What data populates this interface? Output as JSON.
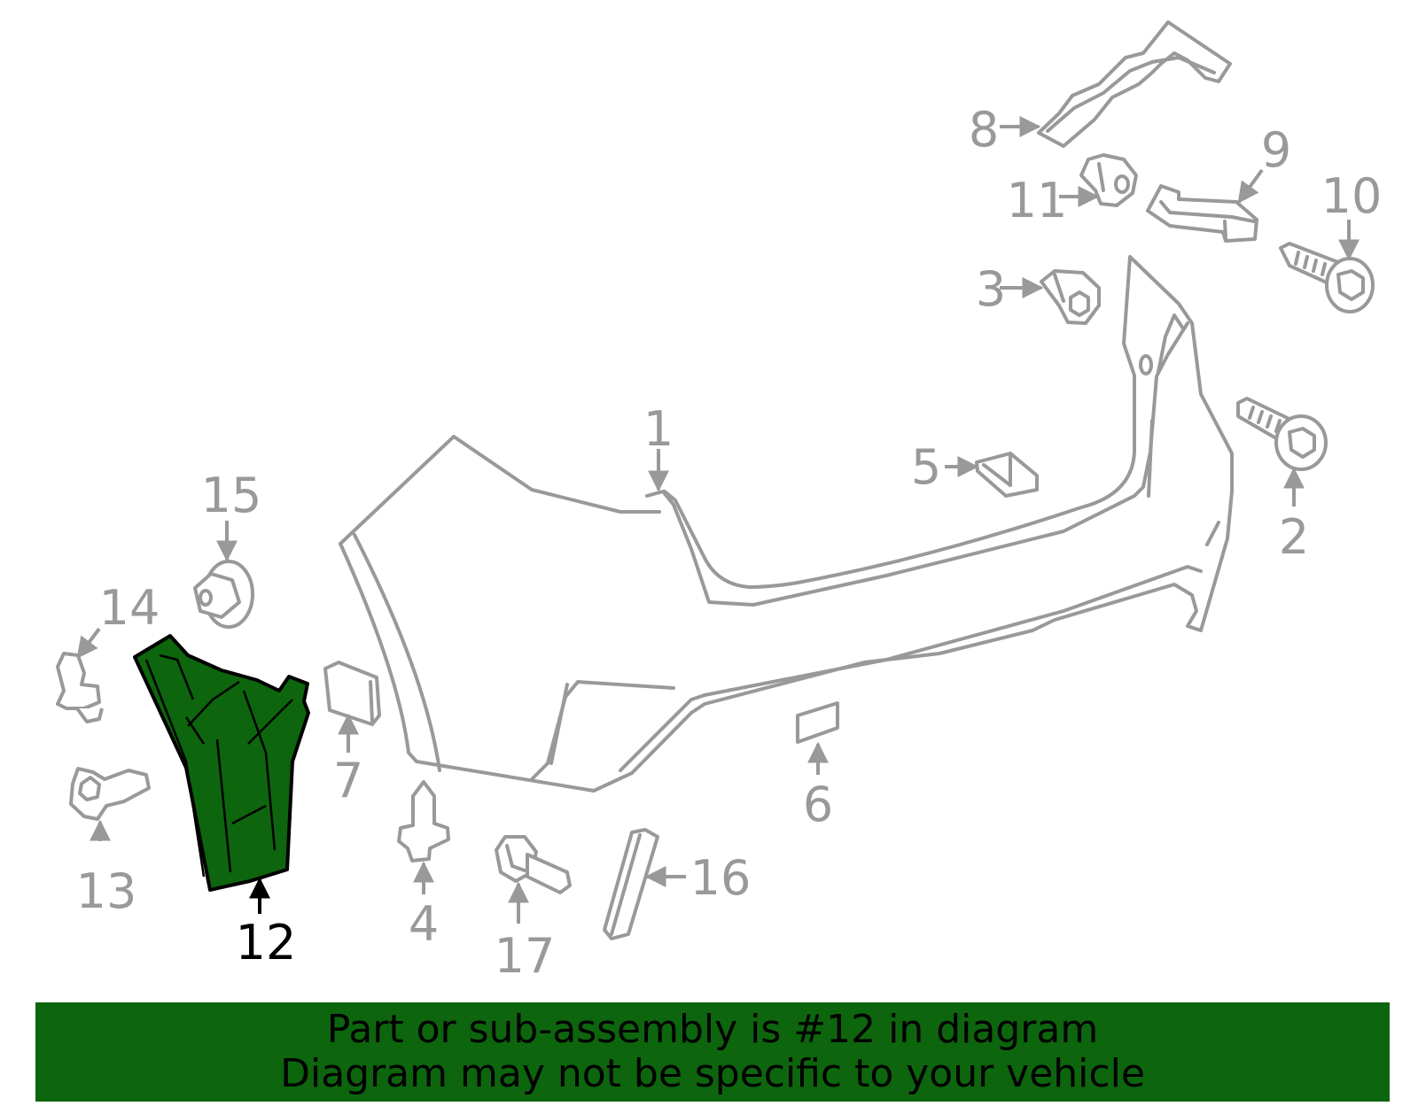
{
  "diagram": {
    "highlighted_part": "12",
    "highlight_color": "#0d650d",
    "line_color": "#999999",
    "callouts": {
      "c1": "1",
      "c2": "2",
      "c3": "3",
      "c4": "4",
      "c5": "5",
      "c6": "6",
      "c7": "7",
      "c8": "8",
      "c9": "9",
      "c10": "10",
      "c11": "11",
      "c12": "12",
      "c13": "13",
      "c14": "14",
      "c15": "15",
      "c16": "16",
      "c17": "17"
    }
  },
  "banner": {
    "line1": "Part or sub-assembly is #12 in diagram",
    "line2": "Diagram may not be specific to your vehicle",
    "background": "#0d650d"
  }
}
